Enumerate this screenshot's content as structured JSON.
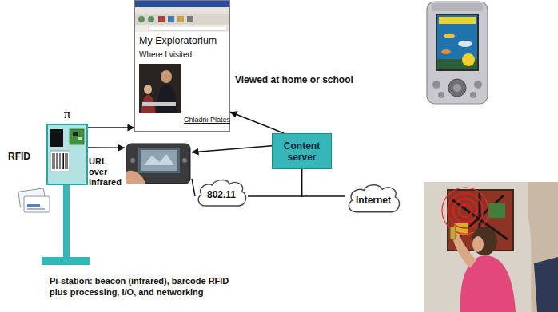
{
  "diagram": {
    "nodes": [
      {
        "text": [
          "π",
          "RFID"
        ]
      },
      {
        "text": [
          "My Exploratorium",
          "Where I visited:",
          "Chladni Plates"
        ]
      },
      {
        "text": []
      },
      {
        "text": [
          "Content server"
        ]
      },
      {
        "text": [
          "802.11"
        ]
      },
      {
        "text": [
          "Internet"
        ]
      }
    ],
    "edges": [
      {
        "from": 0,
        "to": 2,
        "label": "URL over infrared",
        "arrow": "to"
      },
      {
        "from": 0,
        "to": 1,
        "arrow": "to"
      },
      {
        "from": 3,
        "to": 2,
        "arrow": "to"
      },
      {
        "from": 3,
        "to": 1,
        "label": "Viewed at home or school",
        "arrow": "to"
      },
      {
        "from": 2,
        "to": 4,
        "arrow": "none"
      },
      {
        "from": 3,
        "to": 4,
        "arrow": "none"
      },
      {
        "from": 3,
        "to": 5,
        "arrow": "none"
      }
    ],
    "labels": [
      "Pi-station: beacon (infrared), barcode RFID plus processing, I/O, and networking"
    ]
  }
}
